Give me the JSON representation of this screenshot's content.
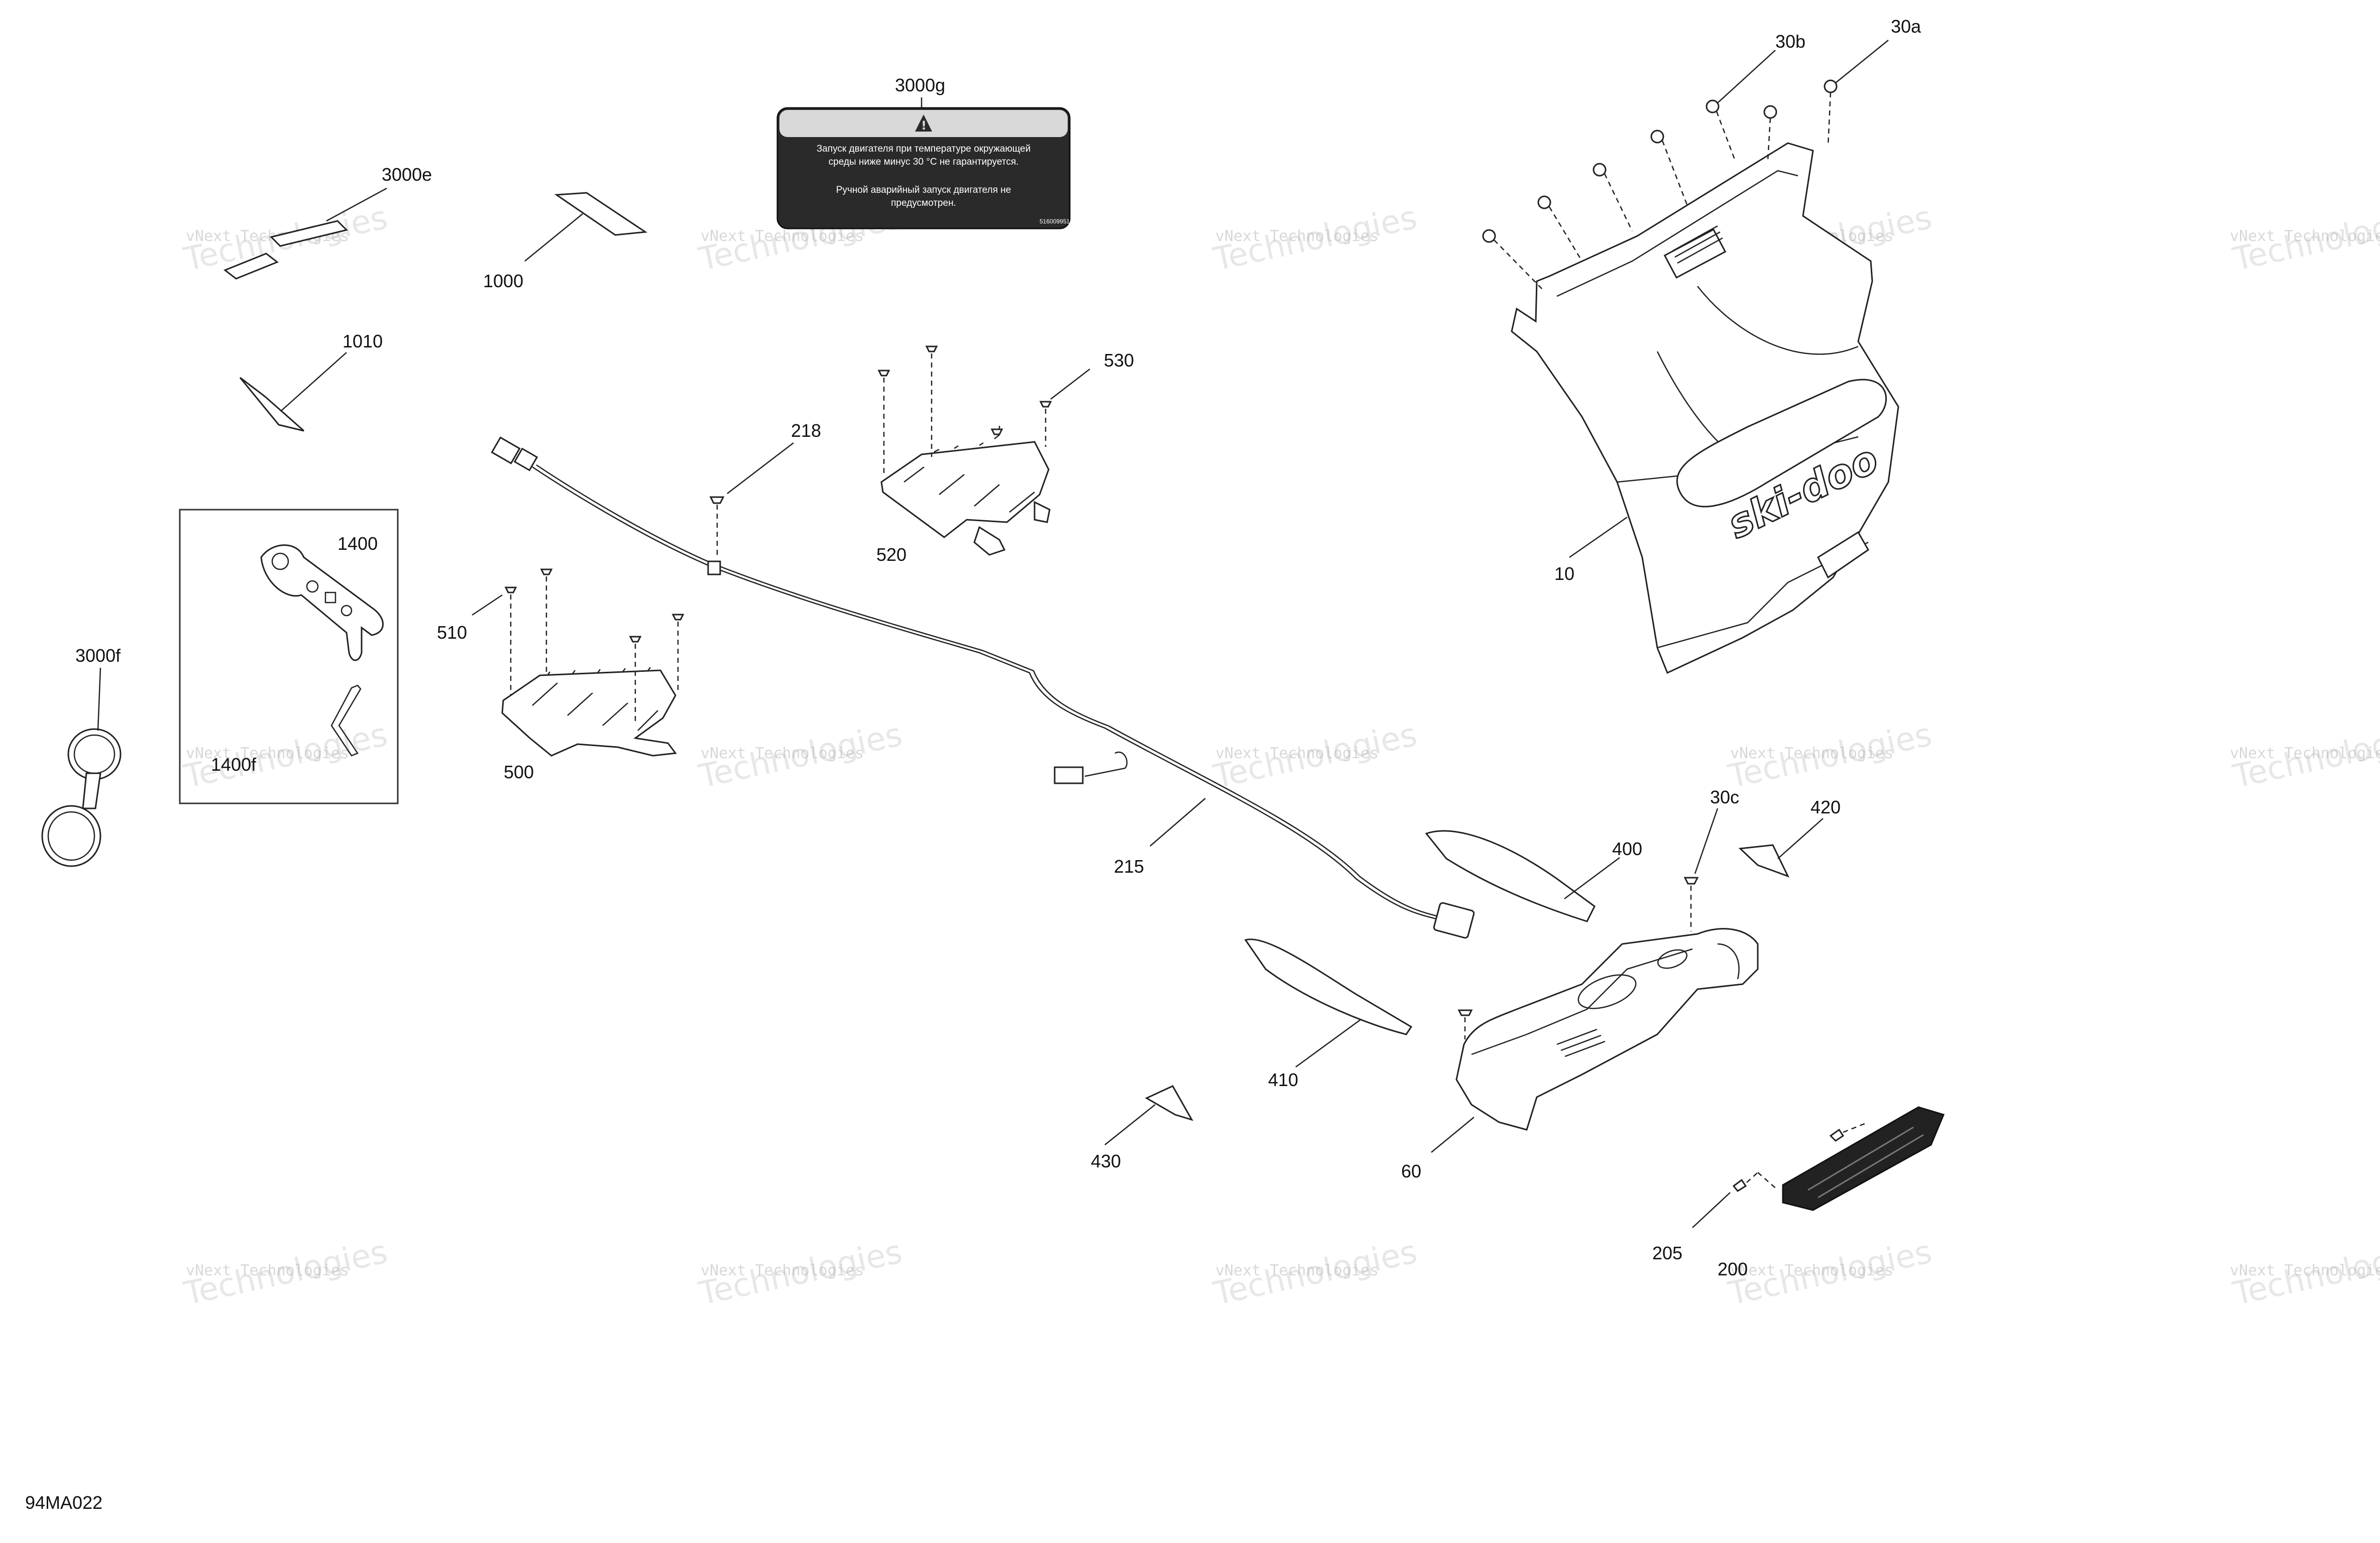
{
  "diagram": {
    "code": "94MA022",
    "watermark": {
      "line1": "vNext Technologies",
      "line2": "vNext",
      "line3": "Technologies"
    },
    "brand_text": "ski-doo",
    "callouts": {
      "c_3000g": "3000g",
      "c_3000e": "3000e",
      "c_1000": "1000",
      "c_1010": "1010",
      "c_1400": "1400",
      "c_1400f": "1400f",
      "c_3000f": "3000f",
      "c_218": "218",
      "c_530": "530",
      "c_520": "520",
      "c_510": "510",
      "c_500": "500",
      "c_215": "215",
      "c_30a": "30a",
      "c_30b": "30b",
      "c_10": "10",
      "c_30c": "30c",
      "c_420": "420",
      "c_400": "400",
      "c_410": "410",
      "c_430": "430",
      "c_60": "60",
      "c_205": "205",
      "c_200": "200"
    },
    "decal_3000g": {
      "line1": "Запуск двигателя при температуре окружающей",
      "line2": "среды ниже минус 30 °С не гарантируется.",
      "line3": "Ручной аварийный запуск двигателя не",
      "line4": "предусмотрен.",
      "code": "516009951"
    }
  }
}
